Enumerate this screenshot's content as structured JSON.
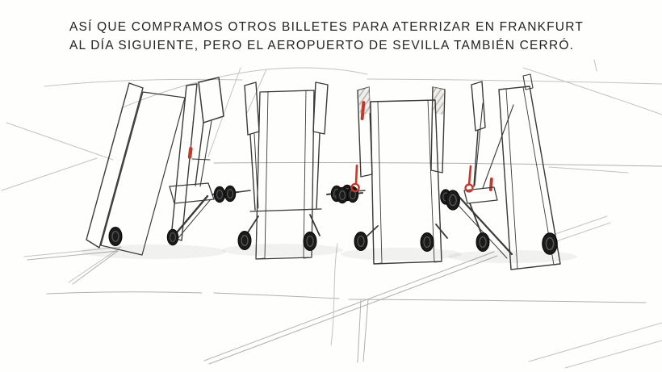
{
  "caption": {
    "line1": "ASÍ QUE COMPRAMOS OTROS BILLETES PARA ATERRIZAR EN FRANKFURT",
    "line2": "AL DÍA SIGUIENTE, PERO EL AEROPUERTO DE SEVILLA TAMBIÉN CERRÓ."
  },
  "colors": {
    "paper": "#fefefd",
    "ink": "#3b3b3b",
    "pencil_gray": "#c3c3c3",
    "accent_red": "#c5392b"
  },
  "illustration": {
    "items": [
      "boarding-stairs-1",
      "boarding-stairs-2",
      "boarding-stairs-3",
      "boarding-stairs-4",
      "tarmac-markings"
    ]
  }
}
